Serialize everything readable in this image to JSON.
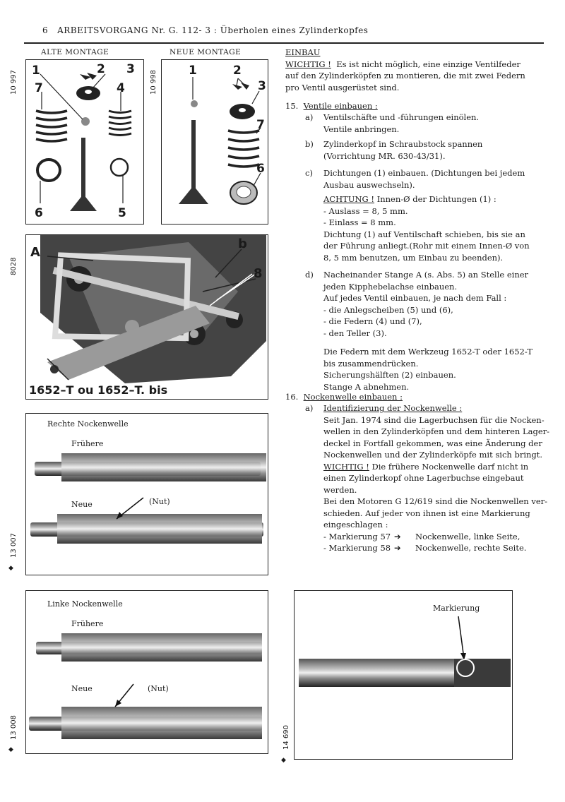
{
  "header": {
    "page_num": "6",
    "title": "ARBEITSVORGANG Nr.  G. 112- 3 :  Überholen eines Zylinderkopfes"
  },
  "diagrams": {
    "old": {
      "label": "ALTE MONTAGE",
      "ref": "10 997",
      "callouts": [
        "1",
        "2",
        "3",
        "4",
        "5",
        "6",
        "7"
      ]
    },
    "new": {
      "label": "NEUE MONTAGE",
      "ref": "10 998",
      "callouts": [
        "1",
        "2",
        "3",
        "6",
        "7"
      ]
    }
  },
  "photo_head": {
    "ref": "8028",
    "callouts": [
      "A",
      "b",
      "8"
    ],
    "tool_caption": "1652–T ou 1652–T. bis"
  },
  "photo_right_cam": {
    "ref": "13 007",
    "title": "Rechte Nockenwelle",
    "earlier": "Frühere",
    "new": "Neue",
    "nut": "(Nut)"
  },
  "photo_left_cam": {
    "ref": "13 008",
    "title": "Linke Nockenwelle",
    "earlier": "Frühere",
    "new": "Neue",
    "nut": "(Nut)"
  },
  "photo_marking": {
    "ref": "14 690",
    "label": "Markierung"
  },
  "text": {
    "einbau": "EINBAU",
    "wichtig1_label": "WICHTIG !",
    "wichtig1_l1": "Es ist nicht möglich, eine einzige Ventilfeder",
    "wichtig1_l2": "auf den Zylinderköpfen zu montieren, die mit zwei Federn",
    "wichtig1_l3": "pro Ventil ausgerüstet sind.",
    "s15_num": "15.",
    "s15_title": "Ventile einbauen :",
    "a_let": "a)",
    "a_l1": "Ventilschäfte und -führungen einölen.",
    "a_l2": "Ventile anbringen.",
    "b_let": "b)",
    "b_l1": "Zylinderkopf in Schraubstock spannen",
    "b_l2": "(Vorrichtung MR. 630-43/31).",
    "c_let": "c)",
    "c_l1": "Dichtungen (1) einbauen. (Dichtungen bei jedem",
    "c_l2": "Ausbau auswechseln).",
    "achtung_label": "ACHTUNG !",
    "achtung_rest": "Innen-Ø der Dichtungen (1) :",
    "auslass": "- Auslass = 8, 5 mm.",
    "einlass": "- Einlass =  8 mm.",
    "c_l3": "Dichtung (1) auf Ventilschaft schieben, bis sie an",
    "c_l4": "der Führung anliegt.(Rohr mit einem Innen-Ø von",
    "c_l5": "8, 5 mm benutzen, um Einbau zu beenden).",
    "d_let": "d)",
    "d_l1": "Nacheinander Stange A (s. Abs. 5) an Stelle einer",
    "d_l2": "jeden Kipphebelachse einbauen.",
    "d_l3": "Auf jedes Ventil einbauen, je nach dem Fall :",
    "d_l4": "- die Anlegscheiben (5) und (6),",
    "d_l5": "- die Federn (4) und (7),",
    "d_l6": "- den Teller (3).",
    "d_l7": "Die Federn mit dem Werkzeug 1652-T oder 1652-T",
    "d_l8": "bis zusammendrücken.",
    "d_l9": "Sicherungshälften (2) einbauen.",
    "d_l10": "Stange A abnehmen.",
    "s16_num": "16.",
    "s16_title": "Nockenwelle einbauen :",
    "s16a_let": "a)",
    "s16a_title": "Identifizierung der Nockenwelle :",
    "s16_l1": "Seit Jan. 1974 sind die Lagerbuchsen für die Nocken-",
    "s16_l2": "wellen in den Zylinderköpfen und dem hinteren Lager-",
    "s16_l3": "deckel in Fortfall gekommen, was eine Änderung der",
    "s16_l4": "Nockenwellen und der Zylinderköpfe mit sich bringt.",
    "wichtig2_label": "WICHTIG !",
    "s16_l5": "Die frühere Nockenwelle darf nicht in",
    "s16_l6": "einen Zylinderkopf ohne Lagerbuchse eingebaut werden.",
    "s16_l7": "Bei den Motoren G 12/619 sind die Nockenwellen ver-",
    "s16_l8": "schieden. Auf jeder von ihnen ist eine Markierung",
    "s16_l9": "eingeschlagen :",
    "mark57_l": "- Markierung 57",
    "mark57_r": "Nockenwelle, linke Seite,",
    "mark58_l": "- Markierung 58",
    "mark58_r": "Nockenwelle, rechte Seite."
  }
}
